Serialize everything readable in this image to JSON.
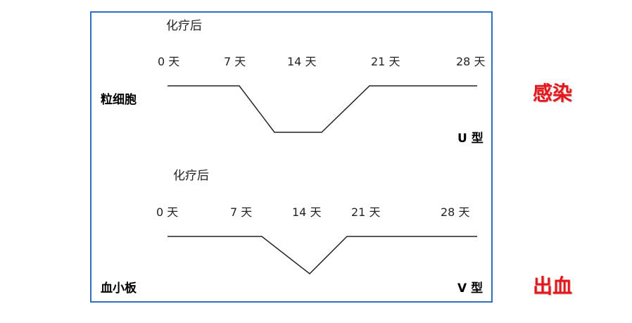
{
  "diagrams": [
    {
      "id": "granulocyte",
      "caption": "化疗后",
      "ticks": [
        "0 天",
        "7 天",
        "14 天",
        "21 天",
        "28 天"
      ],
      "cell_label": "粒细胞",
      "pattern_label": "U 型",
      "outcome_label": "感染",
      "outcome_color": "#e8161a"
    },
    {
      "id": "platelet",
      "caption": "化疗后",
      "ticks": [
        "0 天",
        "7 天",
        "14 天",
        "21 天",
        "28 天"
      ],
      "cell_label": "血小板",
      "pattern_label": "V 型",
      "outcome_label": "出血",
      "outcome_color": "#e8161a"
    }
  ],
  "frame_color": "#2e6fc2"
}
